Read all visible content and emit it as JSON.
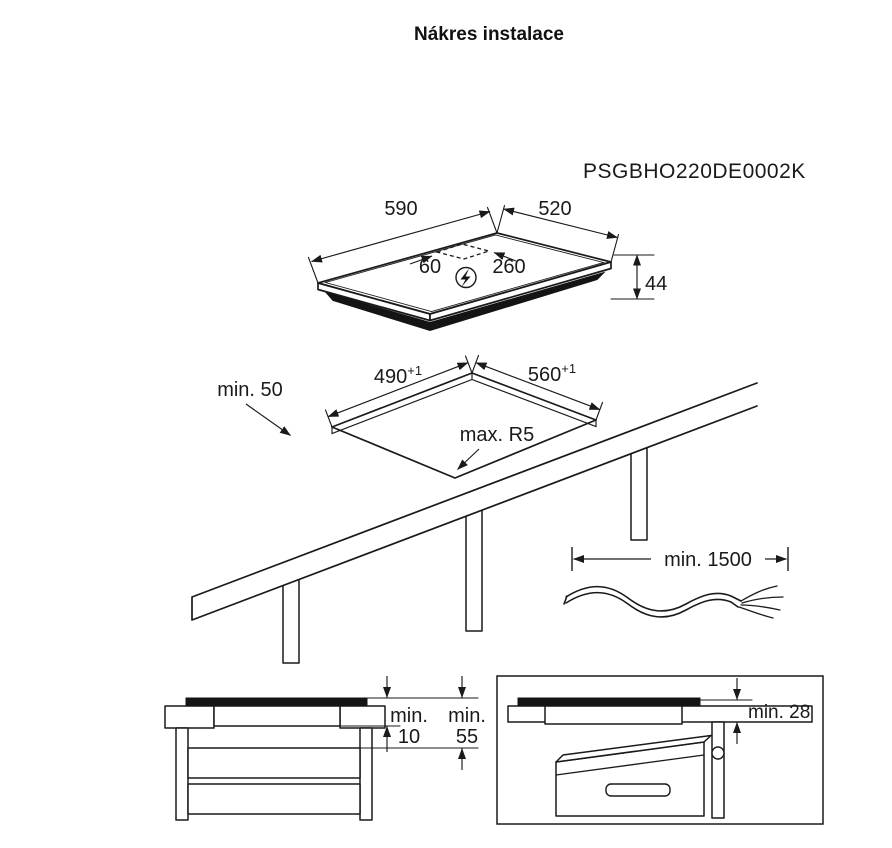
{
  "title": "Nákres instalace",
  "model_code": "PSGBHO220DE0002K",
  "hob_view": {
    "width_mm": "590",
    "depth_mm": "520",
    "height_mm": "44",
    "terminal_offset_mm": "60",
    "terminal_width_mm": "260"
  },
  "cutout_view": {
    "side_clearance": "min. 50",
    "cutout_depth": "490",
    "cutout_depth_tolerance": "+1",
    "cutout_width": "560",
    "cutout_width_tolerance": "+1",
    "corner_radius": "max. R5"
  },
  "cable_view": {
    "cable_length": "min. 1500"
  },
  "drawer_clearance_view": {
    "gap_label_prefix": "min.",
    "gap_value": "10",
    "depth_label_prefix": "min.",
    "depth_value": "55"
  },
  "oven_clearance_view": {
    "clearance": "min. 28"
  }
}
